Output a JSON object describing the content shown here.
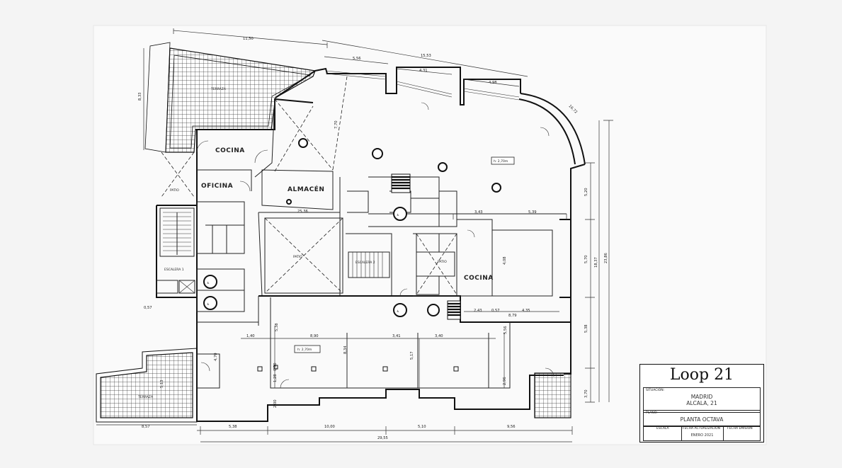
{
  "rooms": {
    "terraza": "TERRAZA",
    "cocina": "COCINA",
    "oficina": "OFICINA",
    "almacen": "ALMACÉN",
    "patio": "PATIO",
    "escalera1": "ESCALERA 1",
    "escalera2": "ESCALERA 2"
  },
  "heights": {
    "main": "h: 2,70m",
    "lower": "h: 2,70m"
  },
  "dimensions": {
    "top_total": "11,50",
    "top_a": "5,56",
    "top_b": "15,53",
    "top_c": "4,31",
    "top_d": "4,98",
    "curve": "16,72",
    "left_terrace": "8,33",
    "inner_a": "7,70",
    "corr": "3,43",
    "corr_b": "5,39",
    "r1": "5,20",
    "r2": "5,70",
    "r3": "5,38",
    "r4": "3,70",
    "rt1": "18,37",
    "rt2": "23,86",
    "m1": "2,43",
    "m2": "0,57",
    "m3": "4,35",
    "m4": "8,79",
    "k1": "4,08",
    "row1": "1,40",
    "row2": "8,90",
    "row3": "3,41",
    "row4": "3,40",
    "v1": "5,38",
    "v2": "8,34",
    "v3": "5,17",
    "v4": "5,56",
    "v5": "4,70",
    "v6": "1,28",
    "v7": "0,90",
    "v8": "2,96",
    "v9": "2,00",
    "v10": "5,13",
    "b1": "5,38",
    "b2": "10,00",
    "b3": "5,10",
    "b4": "9,56",
    "bt": "29,55",
    "bl": "8,57",
    "ls": "0,57",
    "small": "25,36"
  },
  "titleblock": {
    "logo": "Loop 21",
    "situacion_label": "SITUACIÓN:",
    "situacion_line1": "MADRID",
    "situacion_line2": "ALCALA, 21",
    "plano_label": "PLANO:",
    "plano_value": "PLANTA OCTAVA",
    "escala_label": "ESCALA",
    "actualizacion_label": "FECHA ACTUALIZACIÓN",
    "actualizacion_value": "ENERO 2021",
    "emision_label": "FECHA EMISIÓN"
  }
}
